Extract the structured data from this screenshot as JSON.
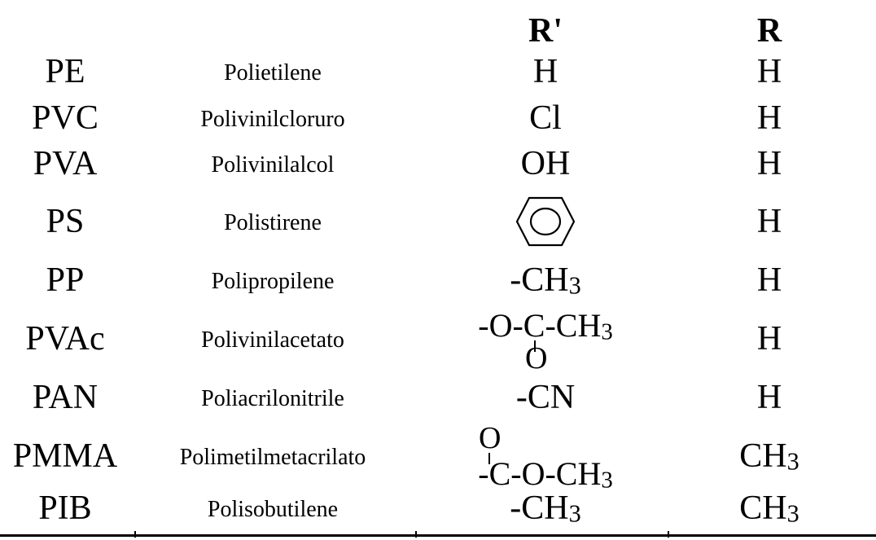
{
  "header": {
    "r_prime": "R'",
    "r": "R"
  },
  "rows": [
    {
      "abbr": "PE",
      "name": "Polietilene",
      "r_prime": "H",
      "r": "H"
    },
    {
      "abbr": "PVC",
      "name": "Polivinilcloruro",
      "r_prime": "Cl",
      "r": "H"
    },
    {
      "abbr": "PVA",
      "name": "Polivinilalcol",
      "r_prime": "OH",
      "r": "H"
    },
    {
      "abbr": "PS",
      "name": "Polistirene",
      "r_prime_icon": "benzene-ring-icon",
      "r": "H"
    },
    {
      "abbr": "PP",
      "name": "Polipropilene",
      "r_prime_main": "-CH",
      "r_prime_sub": "3",
      "r": "H"
    },
    {
      "abbr": "PVAc",
      "name": "Polivinilacetato",
      "r_prime_main": "-O-C-CH",
      "r_prime_sub": "3",
      "r_prime_o": "O",
      "r": "H"
    },
    {
      "abbr": "PAN",
      "name": "Poliacrilonitrile",
      "r_prime": "-CN",
      "r": "H"
    },
    {
      "abbr": "PMMA",
      "name": "Polimetilmetacrilato",
      "r_prime_o": "O",
      "r_prime_main": "-C-O-CH",
      "r_prime_sub": "3",
      "r_main": "CH",
      "r_sub": "3"
    },
    {
      "abbr": "PIB",
      "name": "Polisobutilene",
      "r_prime_main": "-CH",
      "r_prime_sub": "3",
      "r_main": "CH",
      "r_sub": "3"
    }
  ]
}
